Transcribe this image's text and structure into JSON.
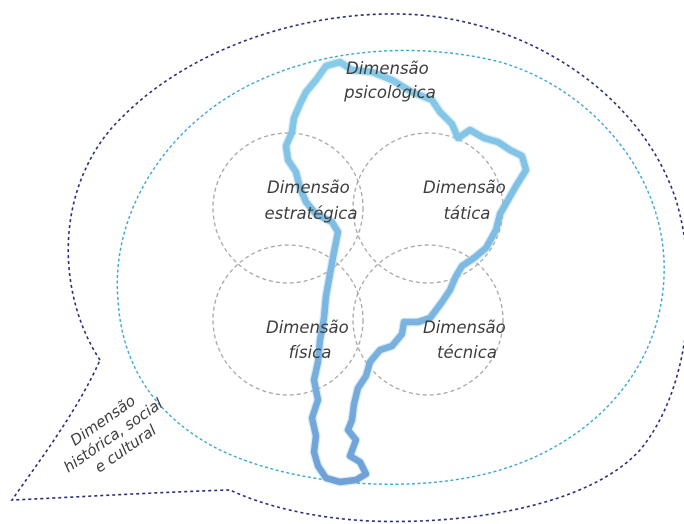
{
  "outer_context": {
    "lines": [
      "Dimensão",
      "histórica, social",
      "e cultural"
    ]
  },
  "dimensions": {
    "psicologica": [
      "Dimensão",
      "psicológica"
    ],
    "estrategica": [
      "Dimensão",
      "estratégica"
    ],
    "tatica": [
      "Dimensão",
      "tática"
    ],
    "fisica": [
      "Dimensão",
      "física"
    ],
    "tecnica": [
      "Dimensão",
      "técnica"
    ]
  },
  "colors": {
    "outer_bubble": "#2a2e7a",
    "inner_bubble": "#3aa6d6",
    "circles": "#a8a8a8",
    "continent_light": "#8fd0ea",
    "continent_dark": "#6f8fd0",
    "text": "#3d3d3d"
  }
}
